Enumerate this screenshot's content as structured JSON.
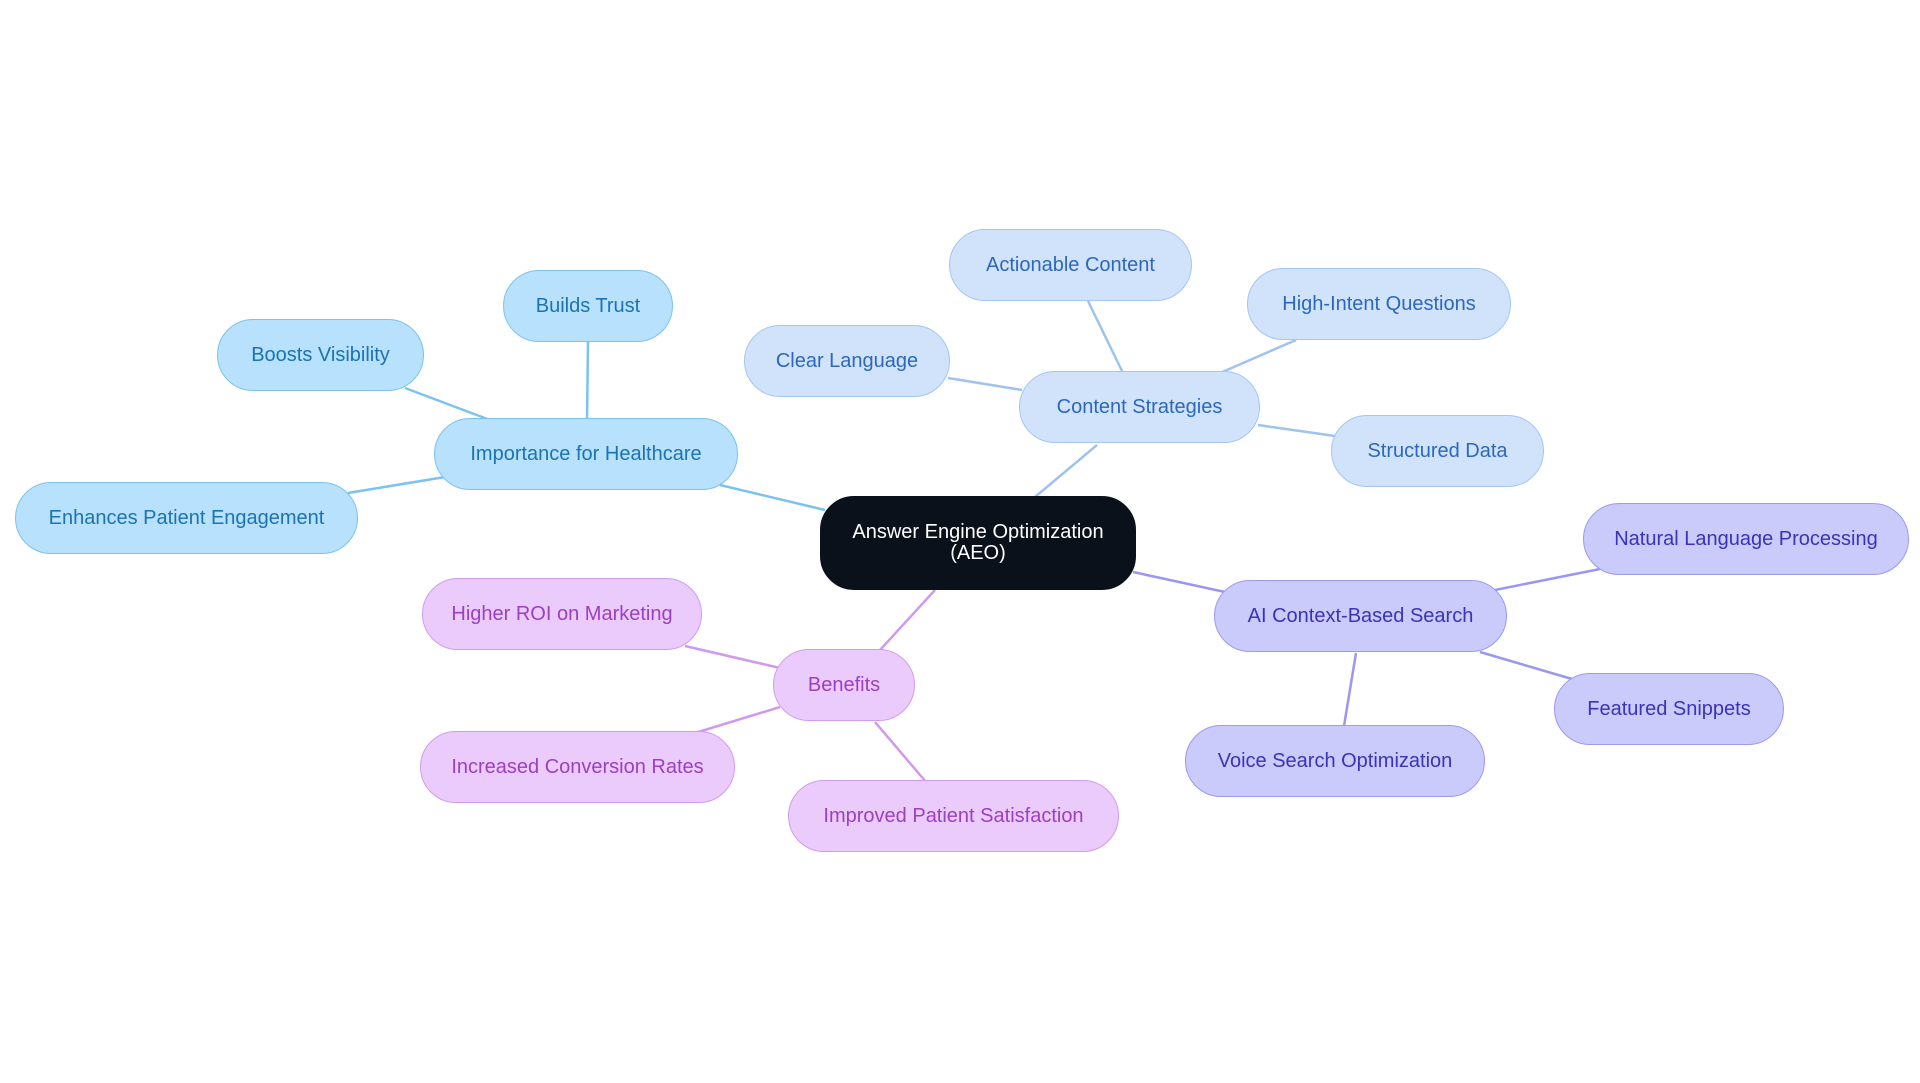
{
  "root": {
    "line1": "Answer Engine Optimization",
    "line2": "(AEO)"
  },
  "branches": {
    "healthcare": {
      "label": "Importance for Healthcare",
      "children": [
        "Builds Trust",
        "Boosts Visibility",
        "Enhances Patient Engagement"
      ]
    },
    "content": {
      "label": "Content Strategies",
      "children": [
        "Actionable Content",
        "High-Intent Questions",
        "Clear Language",
        "Structured Data"
      ]
    },
    "ai": {
      "label": "AI Context-Based Search",
      "children": [
        "Natural Language Processing",
        "Featured Snippets",
        "Voice Search Optimization"
      ]
    },
    "benefits": {
      "label": "Benefits",
      "children": [
        "Higher ROI on Marketing",
        "Increased Conversion Rates",
        "Improved Patient Satisfaction"
      ]
    }
  },
  "colors": {
    "root": "#0b111b",
    "healthcare": "#b7e1fc",
    "content": "#d0e3fb",
    "ai": "#cacafb",
    "benefits": "#ebcbfb"
  }
}
